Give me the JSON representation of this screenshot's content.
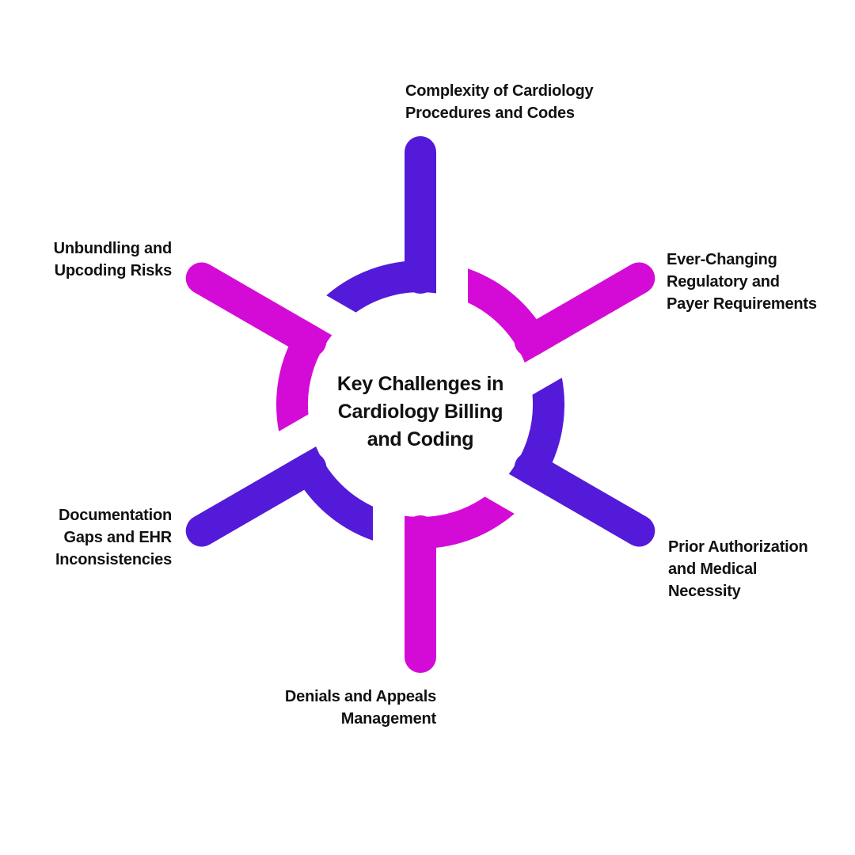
{
  "title": {
    "lines": [
      "Key Challenges in",
      "Cardiology Billing",
      "and Coding"
    ]
  },
  "colors": {
    "purple": "#541AD9",
    "magenta": "#D40BD6",
    "text": "#111111",
    "background": "#FFFFFF"
  },
  "challenges": [
    {
      "position": "top",
      "color": "purple",
      "angle_deg": 90,
      "lines": [
        "Complexity of Cardiology",
        "Procedures and Codes"
      ]
    },
    {
      "position": "upper-right",
      "color": "magenta",
      "angle_deg": 30,
      "lines": [
        "Ever-Changing",
        "Regulatory and",
        "Payer Requirements"
      ]
    },
    {
      "position": "lower-right",
      "color": "purple",
      "angle_deg": -30,
      "lines": [
        "Prior Authorization",
        "and Medical",
        "Necessity"
      ]
    },
    {
      "position": "bottom",
      "color": "magenta",
      "angle_deg": -90,
      "lines": [
        "Denials and Appeals",
        "Management"
      ]
    },
    {
      "position": "lower-left",
      "color": "purple",
      "angle_deg": -150,
      "lines": [
        "Documentation",
        "Gaps and EHR",
        "Inconsistencies"
      ]
    },
    {
      "position": "upper-left",
      "color": "magenta",
      "angle_deg": 150,
      "lines": [
        "Unbundling and",
        "Upcoding Risks"
      ]
    }
  ]
}
